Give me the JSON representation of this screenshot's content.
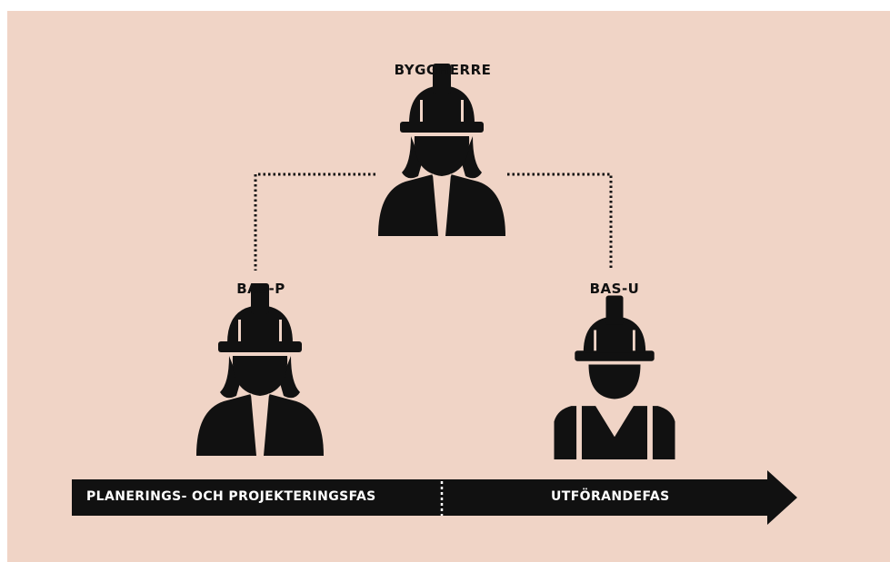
{
  "colors": {
    "background": "#f0d4c6",
    "ink": "#111111",
    "arrow_text": "#ffffff"
  },
  "roles": {
    "top": {
      "label": "BYGGHERRE",
      "icon": "female-worker-hardhat-icon"
    },
    "left": {
      "label": "BAS-P",
      "icon": "female-worker-hardhat-icon"
    },
    "right": {
      "label": "BAS-U",
      "icon": "male-worker-hardhat-icon"
    }
  },
  "timeline": {
    "phase1": "PLANERINGS- OCH PROJEKTERINGSFAS",
    "phase2": "UTFÖRANDEFAS"
  }
}
